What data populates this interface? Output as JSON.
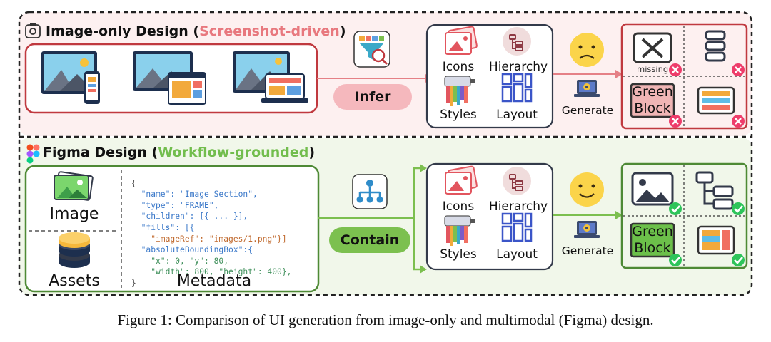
{
  "top_section": {
    "title_main": "Image-only Design (",
    "title_paren": "Screenshot-driven",
    "title_close": ")",
    "infer_label": "Infer",
    "features": {
      "icons": "Icons",
      "hierarchy": "Hierarchy",
      "styles": "Styles",
      "layout": "Layout"
    },
    "generate_label": "Generate",
    "result_missing": "missing",
    "result_green_block": "Green\nBlock"
  },
  "bottom_section": {
    "title_main": "Figma Design (",
    "title_paren": "Workflow-grounded",
    "title_close": ")",
    "image_label": "Image",
    "assets_label": "Assets",
    "metadata_label": "Metadata",
    "metadata_lines": [
      "{",
      "  \"name\": \"Image Section\",",
      "  \"type\": \"FRAME\",",
      "  \"children\": [{ ... }],",
      "  \"fills\": [{",
      "    \"imageRef\": \"images/1.png\"}]",
      "  \"absoluteBoundingBox\":{",
      "    \"x\": 0, \"y\": 80,",
      "    \"width\": 800, \"height\": 400},",
      "}"
    ],
    "contain_label": "Contain",
    "features": {
      "icons": "Icons",
      "hierarchy": "Hierarchy",
      "styles": "Styles",
      "layout": "Layout"
    },
    "generate_label": "Generate",
    "result_green_block": "Green\nBlock"
  },
  "caption": "Figure 1: Comparison of UI generation from image-only and multimodal (Figma) design.",
  "colors": {
    "top_bg": "#fdf0f0",
    "bottom_bg": "#f1f7ea",
    "red": "#e2555e",
    "red_border": "#c0393f",
    "green": "#7cbf4f",
    "green_border": "#4e8a35",
    "dark_border": "#333a4a"
  }
}
